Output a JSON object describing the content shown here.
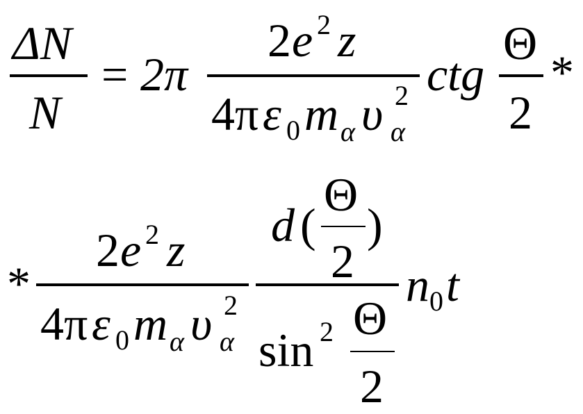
{
  "formula": {
    "line1": {
      "lhs_num": "ΔN",
      "lhs_den": "N",
      "equals": "=",
      "coef": "2π",
      "frac1_num_2": "2",
      "frac1_num_e": "e",
      "frac1_num_sup": "2",
      "frac1_num_z": "z",
      "frac1_den_4pi": "4π",
      "frac1_den_eps": "ε",
      "frac1_den_eps_sub": "0",
      "frac1_den_m": "m",
      "frac1_den_m_sub": "α",
      "frac1_den_v": "υ",
      "frac1_den_v_sup": "2",
      "frac1_den_v_sub": "α",
      "ctg": "ctg",
      "frac2_num": "Θ",
      "frac2_den": "2",
      "star": "*"
    },
    "line2": {
      "star": "*",
      "frac3_num_2": "2",
      "frac3_num_e": "e",
      "frac3_num_sup": "2",
      "frac3_num_z": "z",
      "frac3_den_4pi": "4π",
      "frac3_den_eps": "ε",
      "frac3_den_eps_sub": "0",
      "frac3_den_m": "m",
      "frac3_den_m_sub": "α",
      "frac3_den_v": "υ",
      "frac3_den_v_sup": "2",
      "frac3_den_v_sub": "α",
      "d": "d",
      "lparen": "(",
      "rparen": ")",
      "inner_num": "Θ",
      "inner_den": "2",
      "sin": "sin",
      "sin_sup": "2",
      "sin_frac_num": "Θ",
      "sin_frac_den": "2",
      "n": "n",
      "n_sub": "0",
      "t": "t"
    }
  }
}
